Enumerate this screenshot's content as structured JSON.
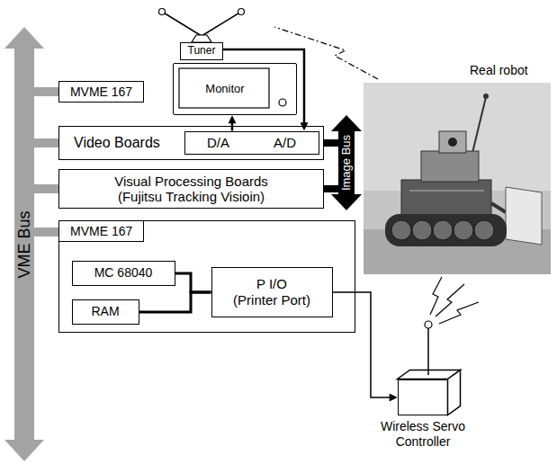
{
  "diagram": {
    "nodes": [
      {
        "text": [
          "VME Bus"
        ]
      },
      {
        "text": [
          "MVME 167"
        ]
      },
      {
        "text": [
          "Tuner"
        ]
      },
      {
        "text": [
          "Monitor"
        ]
      },
      {
        "text": [
          "Video Boards"
        ]
      },
      {
        "text": [
          "D/A",
          "A/D"
        ],
        "in": 4
      },
      {
        "text": [
          "Visual Processing Boards",
          "(Fujitsu Tracking Visioin)"
        ]
      },
      {
        "text": [
          "Image Bus"
        ]
      },
      {
        "text": [
          "MVME 167"
        ]
      },
      {
        "text": [
          "MC 68040"
        ],
        "in": 8
      },
      {
        "text": [
          "RAM"
        ],
        "in": 8
      },
      {
        "text": [
          "P I/O",
          "(Printer Port)"
        ],
        "in": 8
      },
      {
        "text": [
          "Wireless Servo Controller"
        ]
      }
    ],
    "edges": [
      {
        "from": 0,
        "to": 1,
        "arrow": "none"
      },
      {
        "from": 0,
        "to": 4,
        "arrow": "none"
      },
      {
        "from": 0,
        "to": 6,
        "arrow": "none"
      },
      {
        "from": 0,
        "to": 8,
        "arrow": "none"
      },
      {
        "from": 2,
        "to": 5,
        "arrow": "to"
      },
      {
        "from": 5,
        "to": 3,
        "arrow": "to"
      },
      {
        "from": 4,
        "to": 7,
        "arrow": "none"
      },
      {
        "from": 6,
        "to": 7,
        "arrow": "none"
      },
      {
        "from": 9,
        "to": 11,
        "arrow": "none"
      },
      {
        "from": 10,
        "to": 11,
        "arrow": "none"
      },
      {
        "from": 11,
        "to": 12,
        "arrow": "to"
      }
    ],
    "labels": [
      "Real robot"
    ]
  }
}
